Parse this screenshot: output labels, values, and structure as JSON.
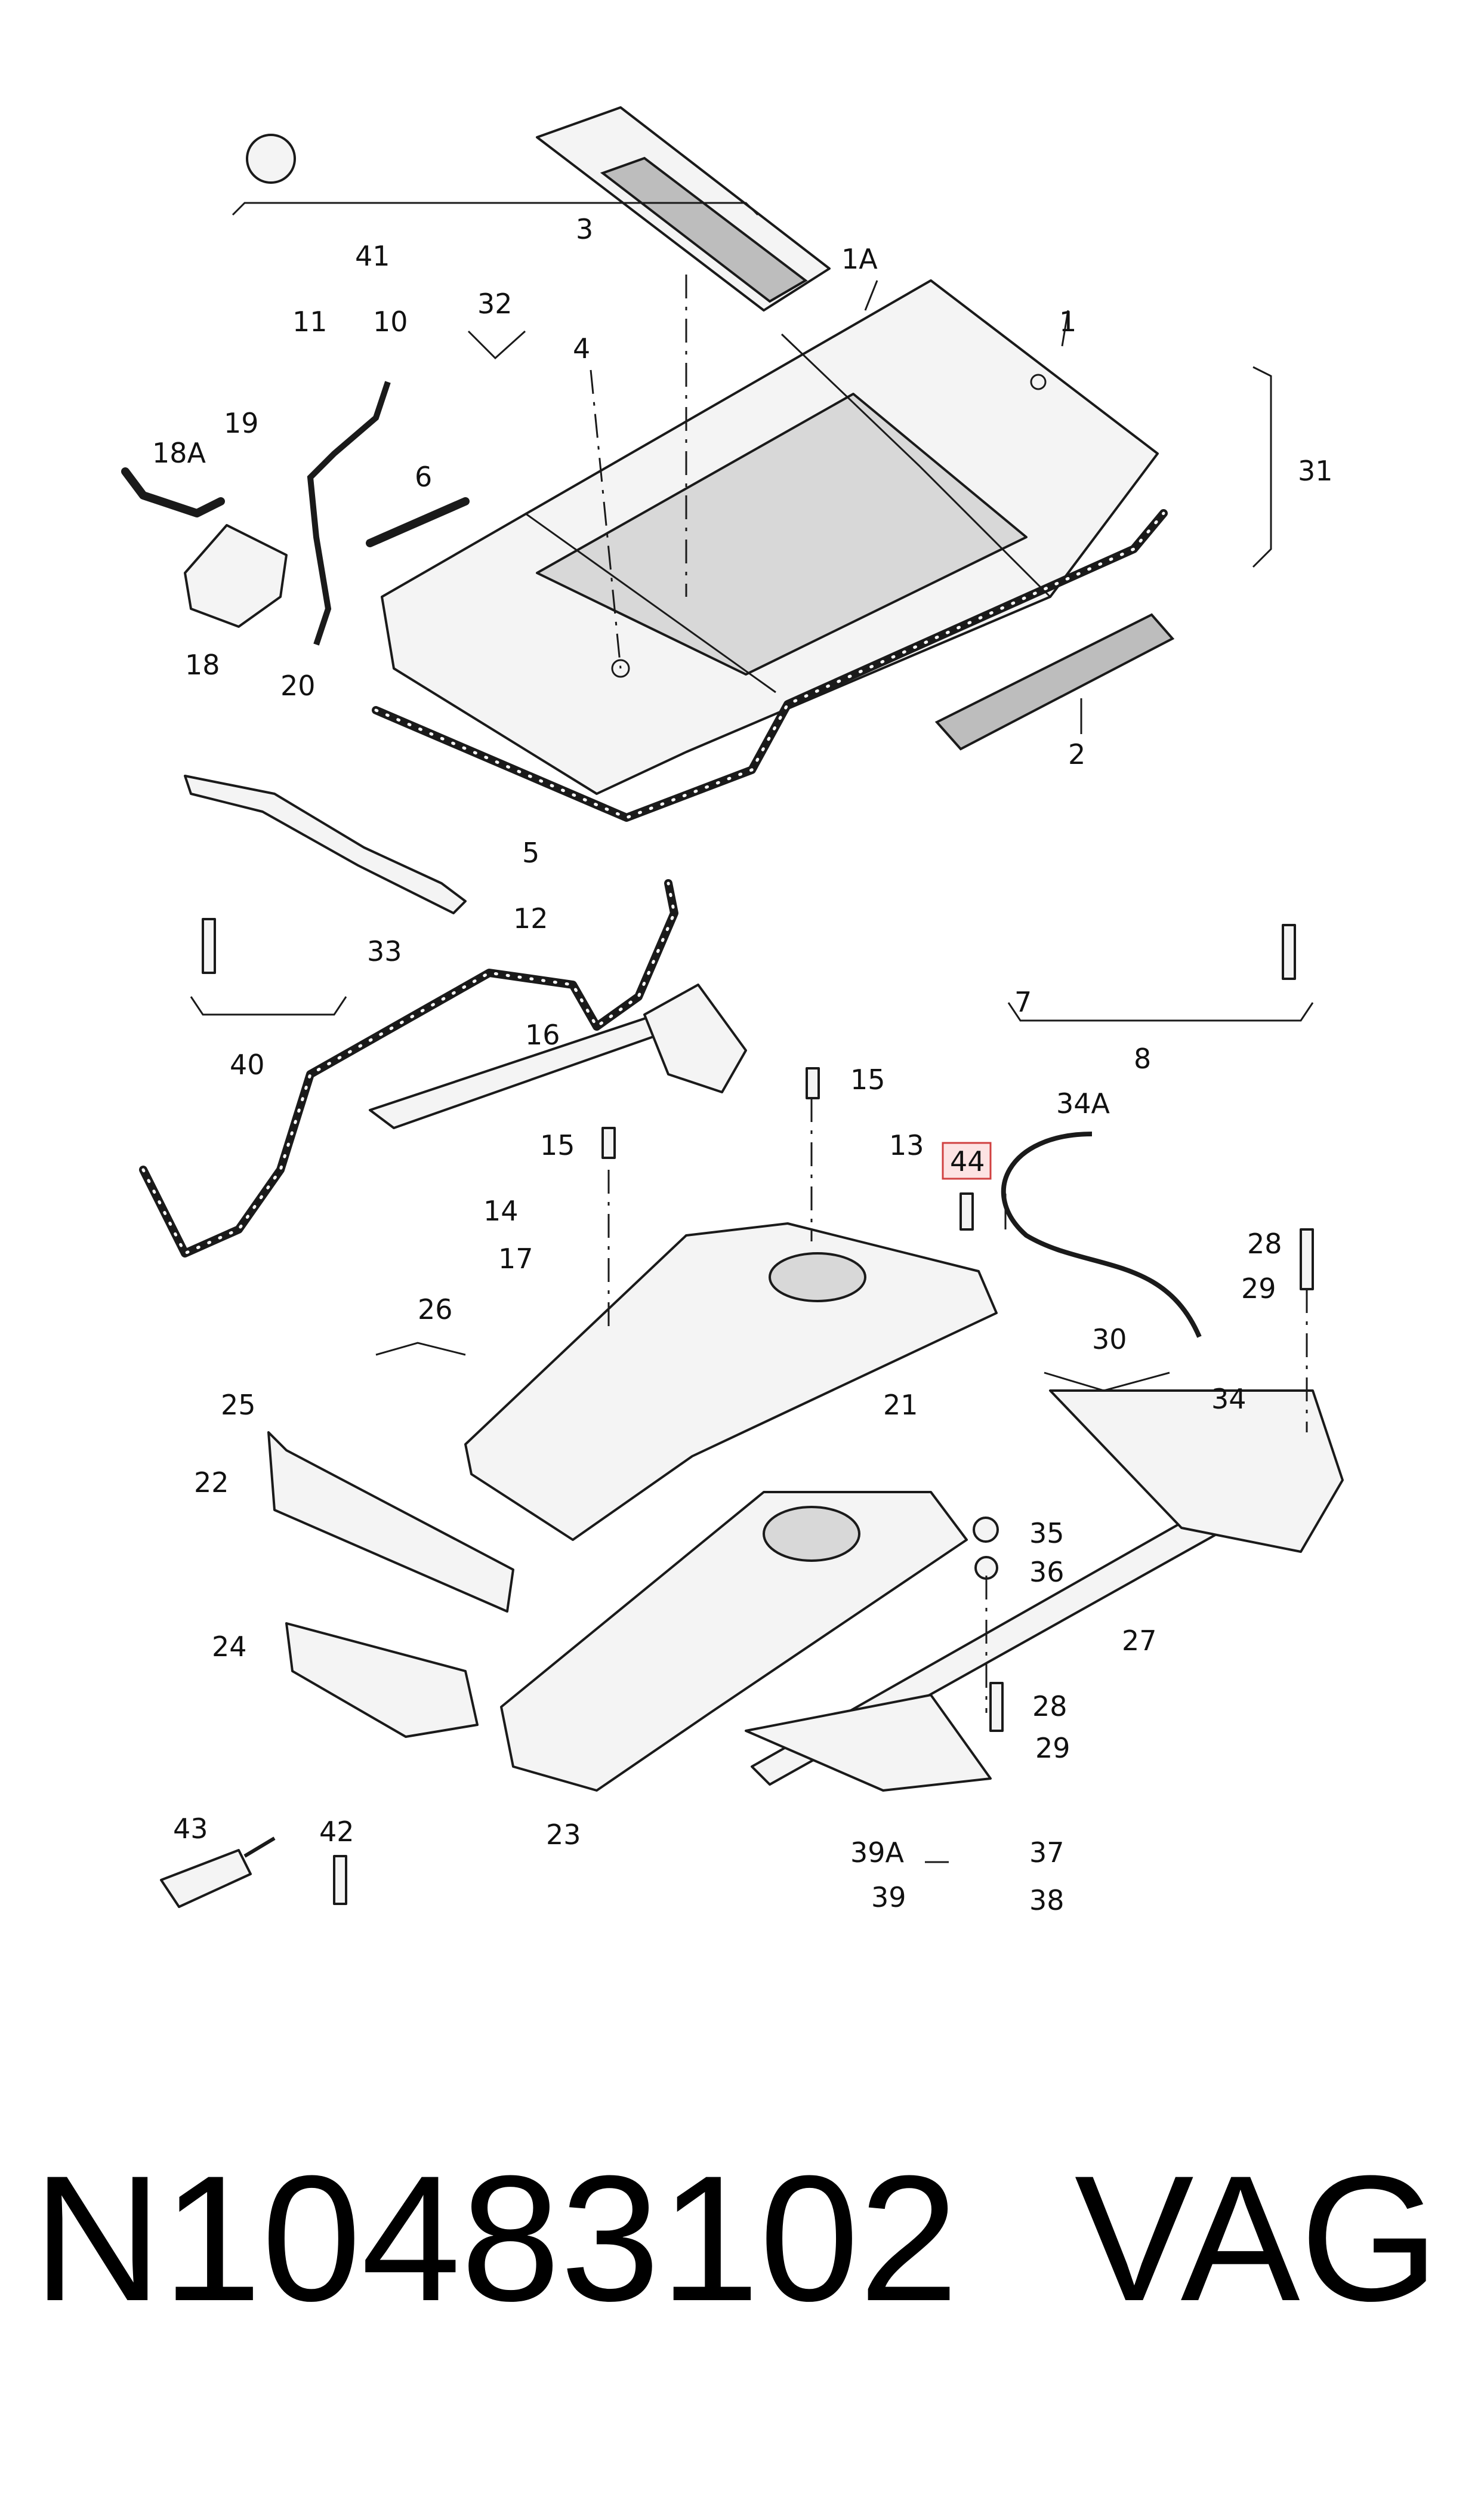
{
  "labels": [
    "1",
    "1A",
    "2",
    "3",
    "4",
    "5",
    "6",
    "7",
    "8",
    "10",
    "11",
    "12",
    "13",
    "14",
    "15",
    "15",
    "16",
    "17",
    "18",
    "18A",
    "19",
    "20",
    "21",
    "22",
    "23",
    "24",
    "25",
    "26",
    "27",
    "28",
    "28",
    "29",
    "29",
    "30",
    "31",
    "32",
    "33",
    "34",
    "34A",
    "35",
    "36",
    "37",
    "38",
    "39",
    "39A",
    "40",
    "41",
    "42",
    "43",
    "44"
  ],
  "highlighted_label": "44",
  "footer": {
    "part_number": "N10483102",
    "brand": "VAG"
  }
}
